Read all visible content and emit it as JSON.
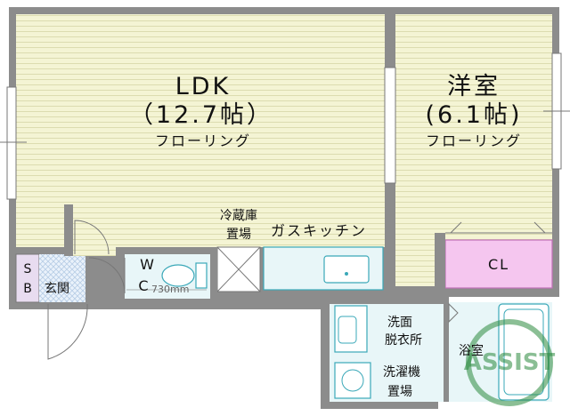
{
  "colors": {
    "wall": "#8c8c8c",
    "wall_stroke": "#777777",
    "floor": "#f4f4d4",
    "floor_line": "#dcdcb0",
    "cl_fill": "#f5c6ef",
    "cl_stroke": "#c070b8",
    "wet_fill": "#e8f6f8",
    "fixture_stroke": "#3aa8b8",
    "sb_fill": "#e8dcf0",
    "logo_green": "#2b8a3e"
  },
  "rooms": {
    "ldk": {
      "name": "LDK",
      "size": "（12.7帖）",
      "floor": "フローリング"
    },
    "western": {
      "name": "洋室",
      "size": "(6.1帖)",
      "floor": "フローリング"
    },
    "fridge": {
      "line1": "冷蔵庫",
      "line2": "置場"
    },
    "kitchen": {
      "label": "ガスキッチン"
    },
    "closet": {
      "label": "CL"
    },
    "washroom": {
      "line1": "洗面",
      "line2": "脱衣所"
    },
    "washer": {
      "line1": "洗濯機",
      "line2": "置場"
    },
    "bath": {
      "label": "浴室"
    },
    "wc": {
      "line1": "W",
      "line2": "C"
    },
    "sb": {
      "line1": "S",
      "line2": "B"
    },
    "entrance": {
      "label": "玄関"
    },
    "dimension": "730mm"
  },
  "logo": {
    "text": "ASSIST"
  }
}
